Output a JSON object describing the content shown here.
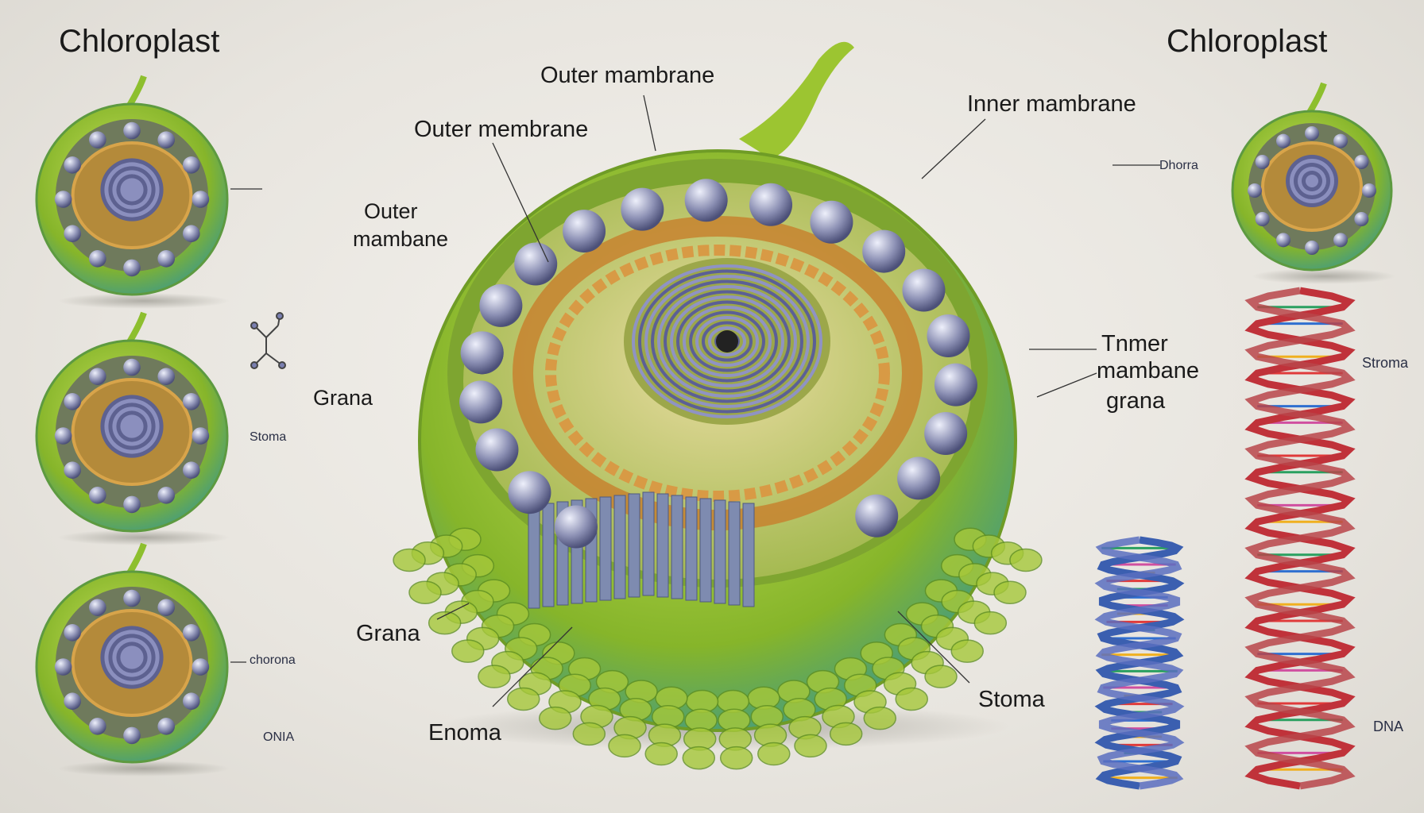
{
  "titles": {
    "left": "Chloroplast",
    "right": "Chloroplast"
  },
  "labels": {
    "outer_mambrane_top": "Outer mambrane",
    "outer_membrane": "Outer membrane",
    "inner_mambrane": "Inner mambrane",
    "outer_mambane_1": "Outer",
    "outer_mambane_2": "mambane",
    "grana_left": "Grana",
    "stoma_small": "Stoma",
    "dhorra": "Dhorra",
    "tnmer_1": "Tnmer",
    "tnmer_2": "mambane",
    "tnmer_3": "grana",
    "stroma_right": "Stroma",
    "grana_bottom": "Grana",
    "chorona": "chorona",
    "enoma": "Enoma",
    "stoma_bottom": "Stoma",
    "dna_right": "DNA",
    "onia": "ONIA"
  },
  "colors": {
    "membrane": "#8dbf2e",
    "grana": "#6f74a8",
    "thylakoid": "#c7832f",
    "background": "#ece9e3"
  }
}
